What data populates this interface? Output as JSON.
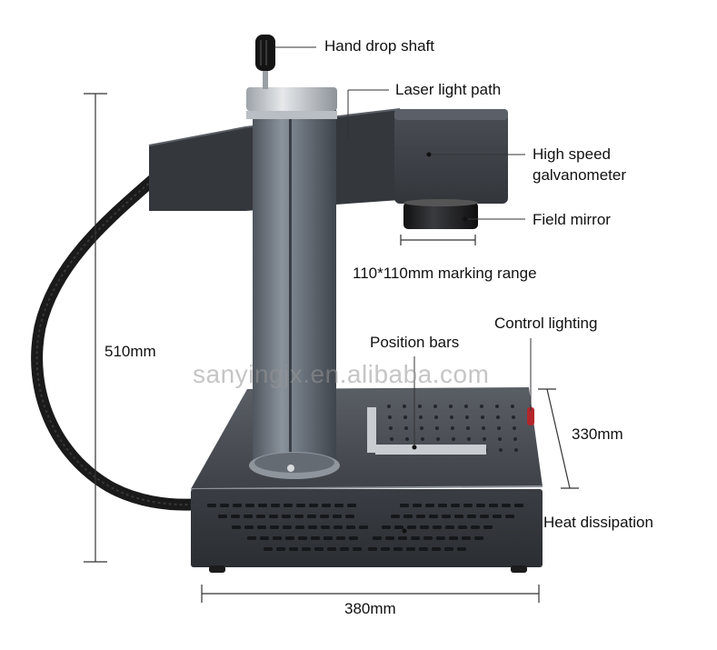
{
  "callouts": {
    "hand_drop_shaft": "Hand drop shaft",
    "laser_light_path": "Laser light path",
    "galvo_line1": "High speed",
    "galvo_line2": "galvanometer",
    "field_mirror": "Field mirror",
    "marking_range": "110*110mm marking range",
    "control_lighting": "Control lighting",
    "position_bars": "Position bars",
    "heat_dissipation": "Heat dissipation"
  },
  "dimensions": {
    "height": "510mm",
    "depth": "330mm",
    "width": "380mm"
  },
  "watermark": "sanyingjx.en.alibaba.com",
  "colors": {
    "body_dark": "#3c3f45",
    "column": "#6e7680",
    "galvo_head": "#43474d",
    "lens": "#1e1f22",
    "cable": "#1a1a1a",
    "dimension_line": "#333333"
  }
}
